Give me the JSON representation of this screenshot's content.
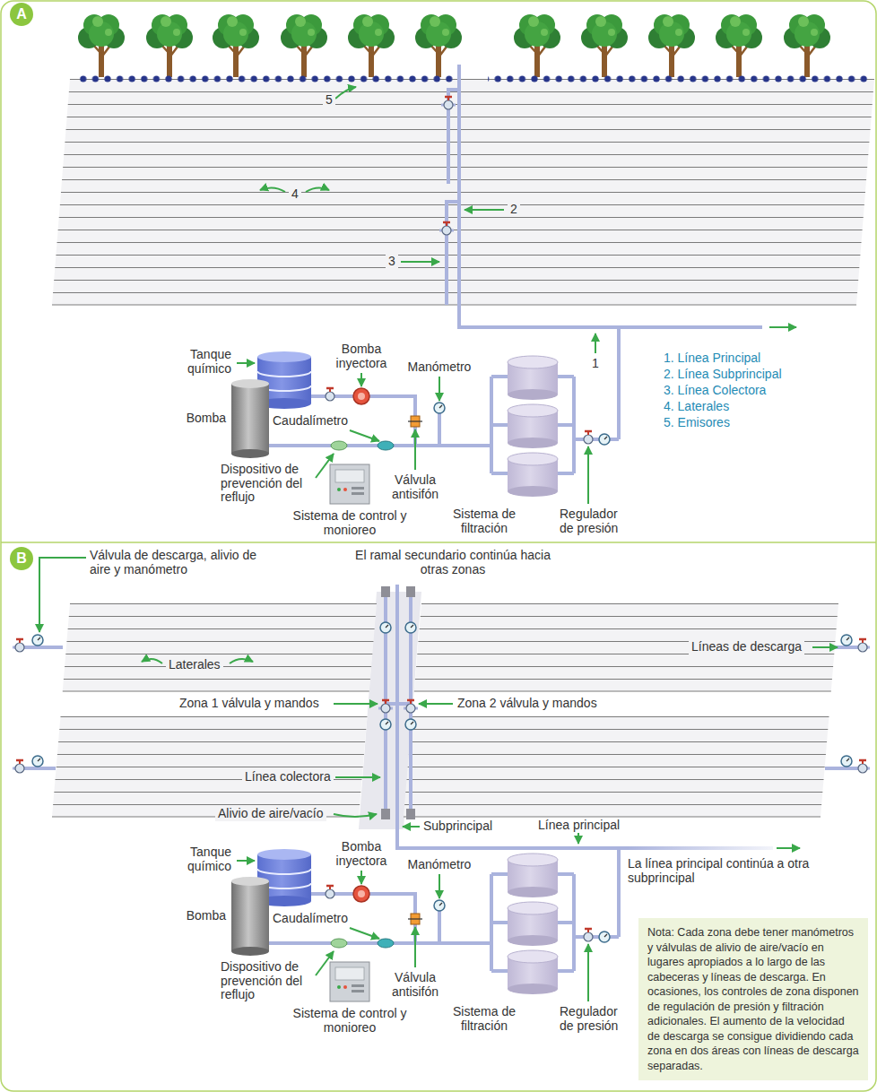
{
  "diagram": {
    "nodes": [
      {
        "text": [
          "A"
        ]
      },
      {
        "text": [
          "B"
        ]
      },
      {
        "text": [
          "Nota: Cada zona debe tener manómetros y válvulas de alivio de aire/vacío en lugares apropiados a lo largo de las cabeceras y líneas de descarga. En ocasiones, los controles de zona disponen de regulación de presión y filtración adicionales. El aumento de la velocidad de descarga se consigue dividiendo cada zona en dos áreas con líneas de descarga separadas."
        ]
      }
    ],
    "labels": [
      "5",
      "4",
      "3",
      "2",
      "1",
      "Tanque químico",
      "Bomba inyectora",
      "Manómetro",
      "Bomba",
      "Caudalímetro",
      "Dispositivo de prevención del reflujo",
      "Válvula antisifón",
      "Sistema de control y monioreo",
      "Sistema de filtración",
      "Regulador de presión",
      "1. Línea Principal",
      "2. Línea Subprincipal",
      "3. Línea Colectora",
      "4. Laterales",
      "5. Emisores",
      "Válvula de descarga, alivio de aire y manómetro",
      "El ramal secundario continúa hacia otras zonas",
      "Laterales",
      "Líneas de descarga",
      "Zona 1 válvula y mandos",
      "Zona 2 válvula y mandos",
      "Línea colectora",
      "Alivio de aire/vacío",
      "Subprincipal",
      "Línea principal",
      "La línea principal continúa a otra subprincipal",
      "Tanque químico",
      "Bomba inyectora",
      "Manómetro",
      "Bomba",
      "Caudalímetro",
      "Dispositivo de prevención del reflujo",
      "Válvula antisifón",
      "Sistema de control y monioreo",
      "Sistema de filtración",
      "Regulador de presión"
    ]
  }
}
